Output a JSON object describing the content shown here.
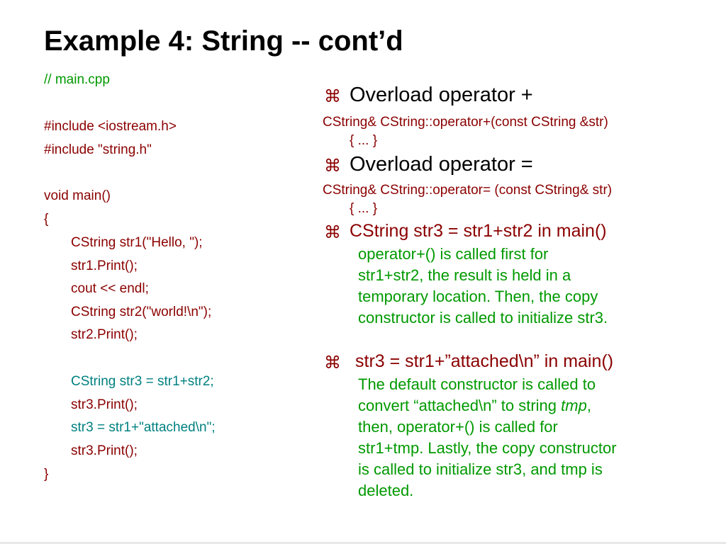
{
  "slide": {
    "title": "Example 4: String -- cont’d"
  },
  "code": {
    "lines": [
      "// main.cpp",
      "#include <iostream.h>",
      "#include \"string.h\"",
      "void main()",
      "{",
      "CString str1(\"Hello, \");",
      "str1.Print();",
      "cout << endl;",
      "CString str2(\"world!\\n\");",
      "str2.Print();",
      "CString str3 = str1+str2;",
      "str3.Print();",
      "str3 = str1+\"attached\\n\";",
      "str3.Print();",
      "}"
    ]
  },
  "bullets": {
    "symbol": "⌘",
    "b1": {
      "heading": "Overload operator +",
      "sig1": "CString& CString::operator+(const CString &str)",
      "sig2": "{  ... }"
    },
    "b2": {
      "heading": "Overload operator =",
      "sig1": "CString& CString::operator= (const CString& str)",
      "sig2": "{  ... }"
    },
    "b3": {
      "heading": "CString str3 = str1+str2 in main()",
      "lines": [
        "operator+() is called first for",
        "str1+str2, the result is held in a",
        "temporary location. Then, the copy",
        "constructor is called to initialize str3."
      ]
    },
    "b4": {
      "heading": "str3 = str1+”attached\\n” in main()",
      "line1": "The default constructor is called to",
      "line2a": "convert “attached\\n” to string ",
      "line2b": "tmp",
      "line2c": ",",
      "line3": "then, operator+() is called for",
      "line4": "str1+tmp. Lastly, the copy constructor",
      "line5": "is called to initialize str3, and tmp is",
      "line6": "deleted."
    }
  }
}
